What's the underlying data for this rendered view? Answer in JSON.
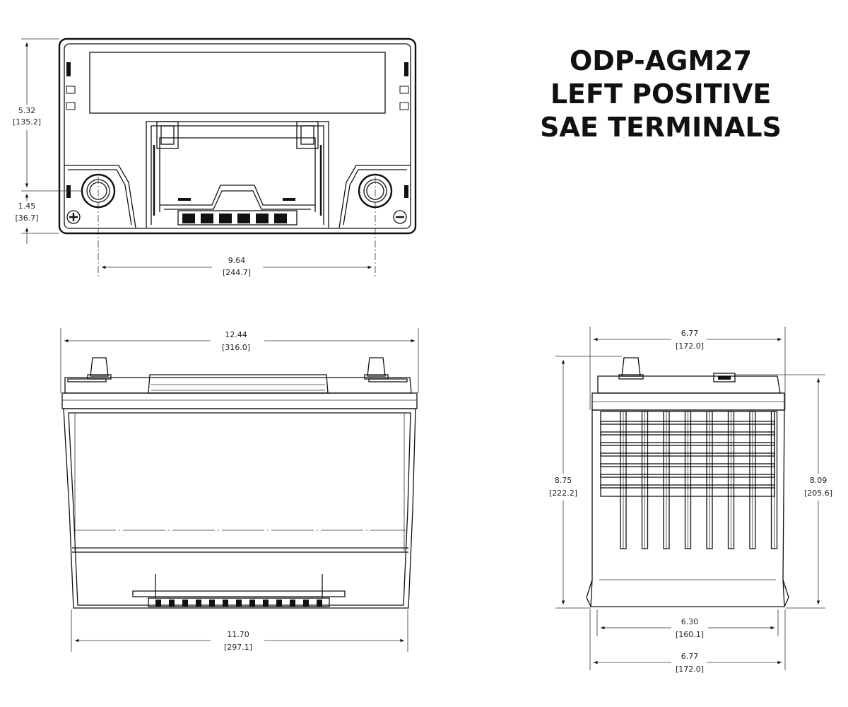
{
  "title": {
    "line1": "ODP-AGM27",
    "line2": "LEFT POSITIVE",
    "line3": "SAE TERMINALS"
  },
  "top_view": {
    "height_in": "5.32",
    "height_mm": "[135.2]",
    "terminal_offset_in": "1.45",
    "terminal_offset_mm": "[36.7]",
    "terminal_spacing_in": "9.64",
    "terminal_spacing_mm": "[244.7]",
    "positive_symbol": "+",
    "negative_symbol": "−"
  },
  "front_view": {
    "length_top_in": "12.44",
    "length_top_mm": "[316.0]",
    "length_bottom_in": "11.70",
    "length_bottom_mm": "[297.1]"
  },
  "side_view": {
    "width_top_in": "6.77",
    "width_top_mm": "[172.0]",
    "total_height_in": "8.75",
    "total_height_mm": "[222.2]",
    "case_height_in": "8.09",
    "case_height_mm": "[205.6]",
    "base_inner_in": "6.30",
    "base_inner_mm": "[160.1]",
    "width_bottom_in": "6.77",
    "width_bottom_mm": "[172.0]"
  }
}
